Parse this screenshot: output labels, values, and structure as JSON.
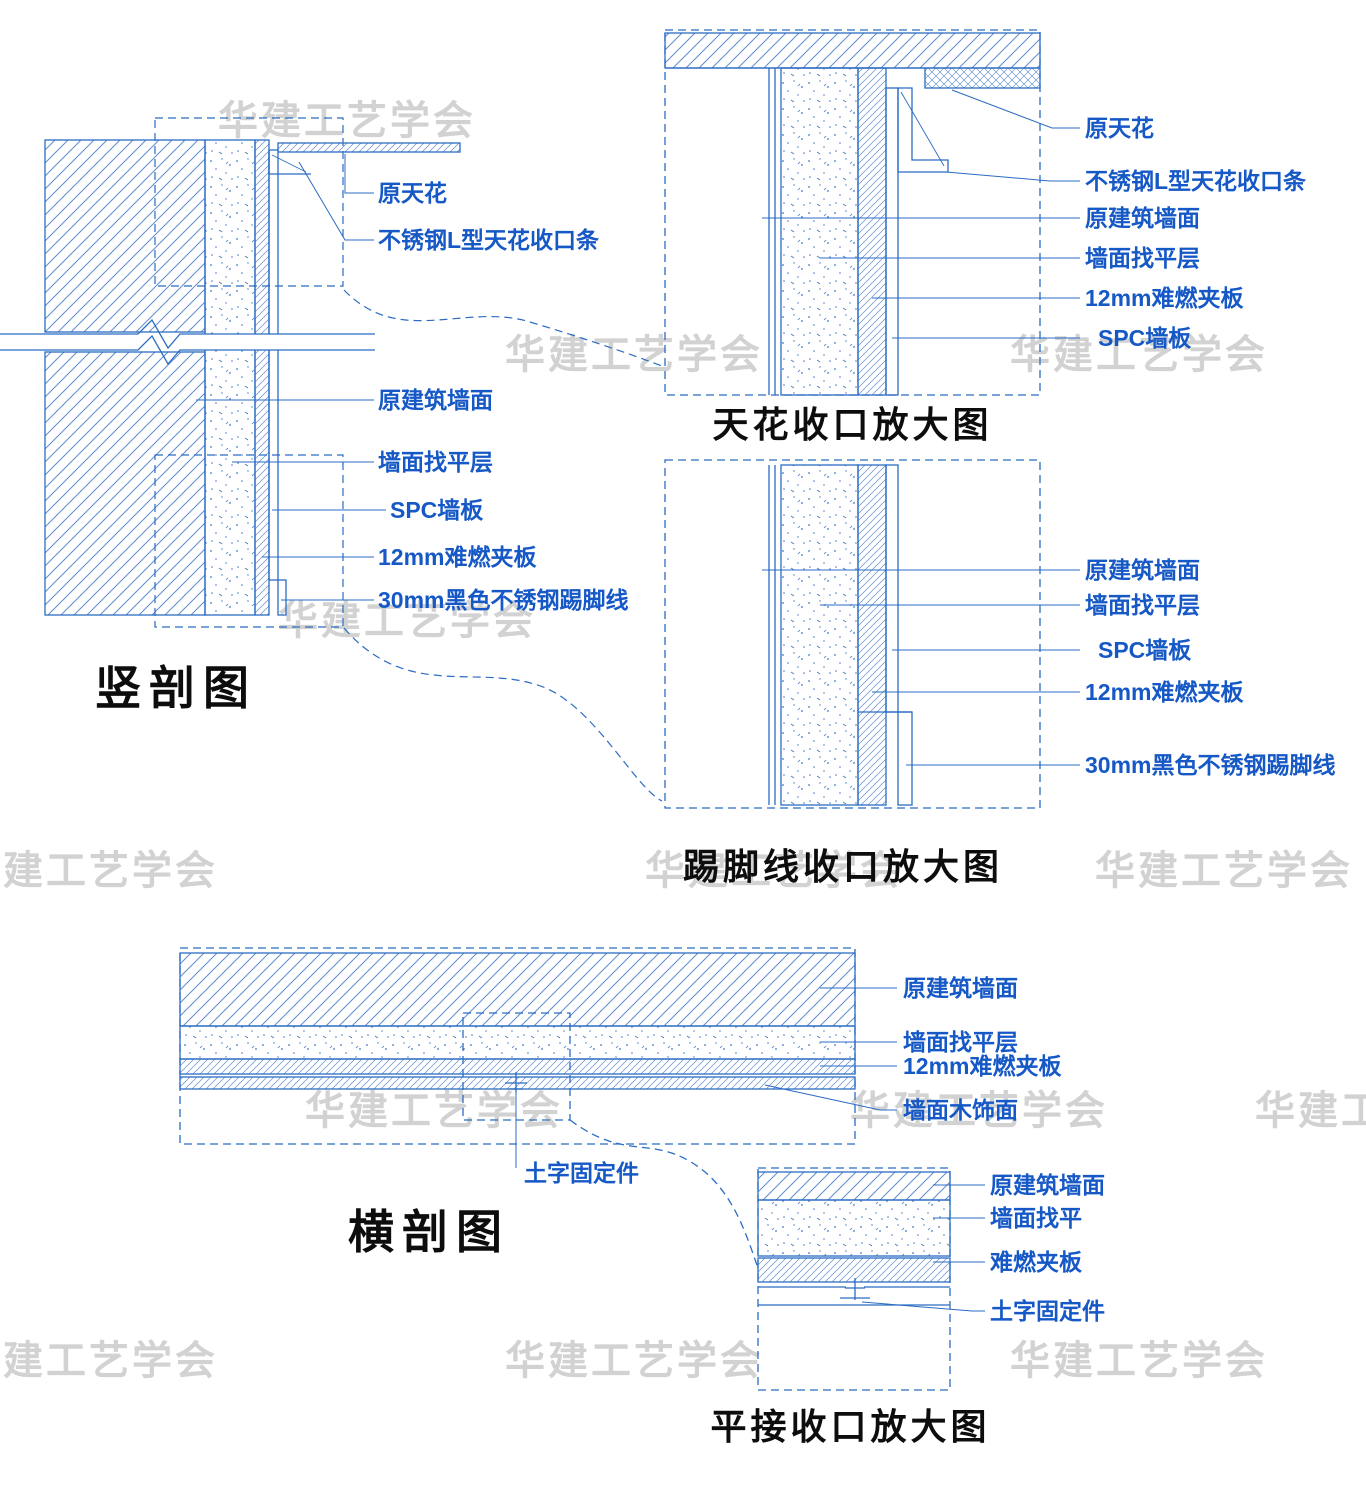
{
  "watermark": {
    "text": "华建工艺学会"
  },
  "colors": {
    "line_blue": "#2b6cc4",
    "hatch_blue": "#5f8cce",
    "label_blue": "#1558c6",
    "title_black": "#0d0d0d",
    "watermark_gray": "#c8c8c8"
  },
  "vertical_section": {
    "title": "竖剖图",
    "labels": [
      "原天花",
      "不锈钢L型天花收口条",
      "原建筑墙面",
      "墙面找平层",
      "SPC墙板",
      "12mm难燃夹板",
      "30mm黑色不锈钢踢脚线"
    ]
  },
  "ceiling_detail": {
    "title": "天花收口放大图",
    "labels": [
      "原天花",
      "不锈钢L型天花收口条",
      "原建筑墙面",
      "墙面找平层",
      "12mm难燃夹板",
      "SPC墙板"
    ]
  },
  "skirting_detail": {
    "title": "踢脚线收口放大图",
    "labels": [
      "原建筑墙面",
      "墙面找平层",
      "SPC墙板",
      "12mm难燃夹板",
      "30mm黑色不锈钢踢脚线"
    ]
  },
  "horizontal_section": {
    "title": "横剖图",
    "labels": [
      "原建筑墙面",
      "墙面找平层",
      "12mm难燃夹板",
      "墙面木饰面",
      "土字固定件"
    ]
  },
  "flat_joint_detail": {
    "title": "平接收口放大图",
    "labels": [
      "原建筑墙面",
      "墙面找平",
      "难燃夹板",
      "土字固定件"
    ]
  }
}
